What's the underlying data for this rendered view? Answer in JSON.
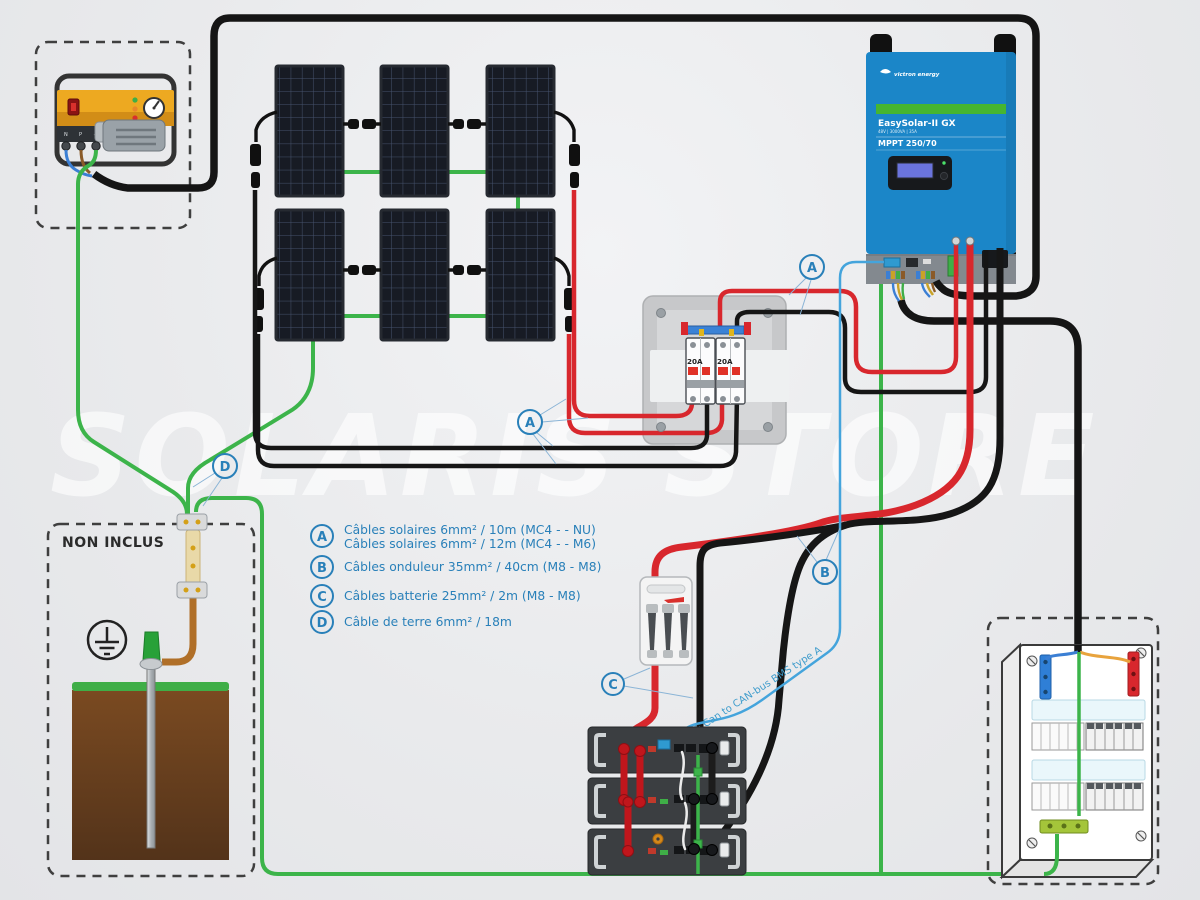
{
  "watermark": "SOLARIS STORE",
  "ground_box": {
    "label": "NON INCLUS"
  },
  "legend": {
    "items": [
      {
        "letter": "A",
        "lines": [
          "Câbles solaires 6mm² / 10m (MC4 - - NU)",
          "Câbles solaires 6mm² / 12m (MC4 - - M6)"
        ]
      },
      {
        "letter": "B",
        "lines": [
          "Câbles onduleur 35mm² / 40cm (M8 - M8)"
        ]
      },
      {
        "letter": "C",
        "lines": [
          "Câbles batterie 25mm² / 2m (M8 - M8)"
        ]
      },
      {
        "letter": "D",
        "lines": [
          "Câble de terre 6mm² / 18m"
        ]
      }
    ]
  },
  "markers": {
    "a1": "A",
    "a2": "A",
    "b": "B",
    "c": "C",
    "d": "D"
  },
  "inverter": {
    "brand": "victron energy",
    "model": "EasySolar-II GX",
    "specs": "48V | 3000VA | 35A",
    "mppt": "MPPT 250/70"
  },
  "breaker_box": {
    "rating": "20A"
  },
  "can_cable": {
    "label": "VE.Can to CAN-bus BMS type A"
  },
  "generator": {
    "terminals": [
      "N",
      "P",
      "⏚"
    ]
  },
  "colors": {
    "pv_red": "#d8272d",
    "dc_black": "#161616",
    "ground_green": "#3cb44a",
    "can_blue": "#44a4dc",
    "victron_blue": "#1b86c8",
    "legend_blue": "#2980b9",
    "generator_orange": "#eda921"
  }
}
